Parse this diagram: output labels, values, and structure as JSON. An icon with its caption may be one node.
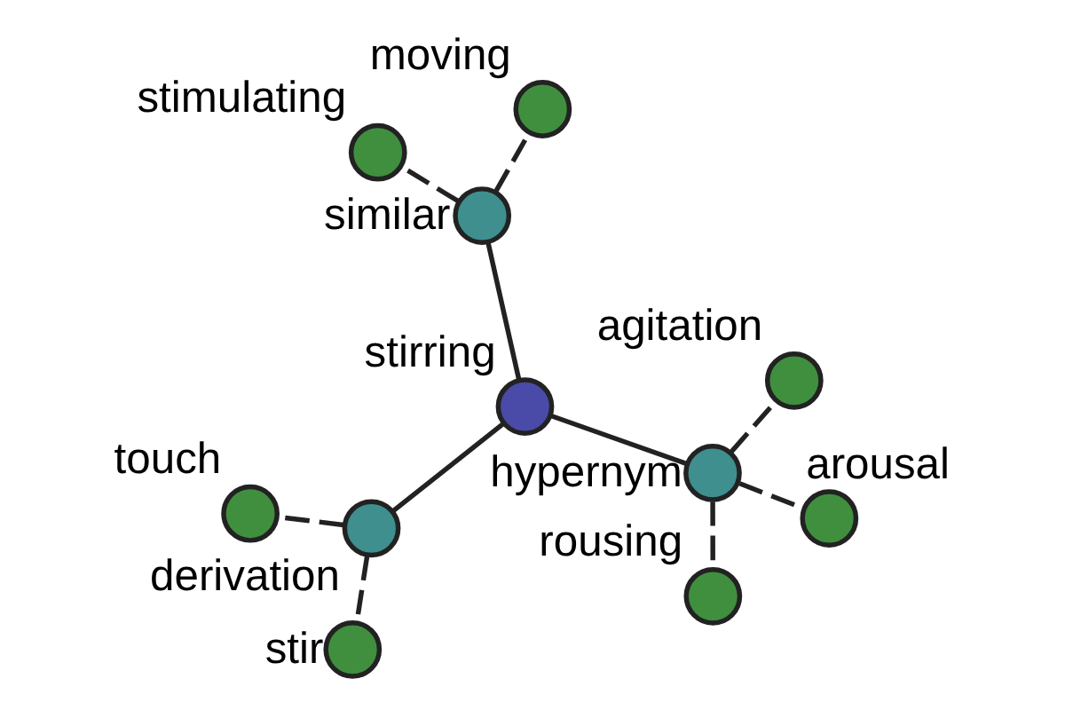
{
  "diagram": {
    "nodes": [
      {
        "text": [],
        "shape": "circle",
        "beside": [
          "stirring"
        ]
      },
      {
        "text": [],
        "shape": "circle",
        "beside": [
          "similar"
        ]
      },
      {
        "text": [],
        "shape": "circle",
        "beside": [
          "derivation"
        ]
      },
      {
        "text": [],
        "shape": "circle",
        "beside": [
          "hypernym"
        ]
      },
      {
        "text": [],
        "shape": "circle",
        "beside": [
          "moving"
        ]
      },
      {
        "text": [],
        "shape": "circle",
        "beside": [
          "stimulating"
        ]
      },
      {
        "text": [],
        "shape": "circle",
        "beside": [
          "touch"
        ]
      },
      {
        "text": [],
        "shape": "circle",
        "beside": [
          "stir"
        ]
      },
      {
        "text": [],
        "shape": "circle",
        "beside": [
          "rousing"
        ]
      },
      {
        "text": [],
        "shape": "circle",
        "beside": [
          "agitation"
        ]
      },
      {
        "text": [],
        "shape": "circle",
        "beside": [
          "arousal"
        ]
      }
    ],
    "edges": [
      {
        "from": 0,
        "to": 1,
        "arrow": "none"
      },
      {
        "from": 0,
        "to": 2,
        "arrow": "none"
      },
      {
        "from": 0,
        "to": 3,
        "arrow": "none"
      },
      {
        "from": 1,
        "to": 4,
        "arrow": "none",
        "style": "dashed"
      },
      {
        "from": 1,
        "to": 5,
        "arrow": "none",
        "style": "dashed"
      },
      {
        "from": 2,
        "to": 6,
        "arrow": "none",
        "style": "dashed"
      },
      {
        "from": 2,
        "to": 7,
        "arrow": "none",
        "style": "dashed"
      },
      {
        "from": 3,
        "to": 8,
        "arrow": "none",
        "style": "dashed"
      },
      {
        "from": 3,
        "to": 9,
        "arrow": "none",
        "style": "dashed"
      },
      {
        "from": 3,
        "to": 10,
        "arrow": "none",
        "style": "dashed"
      }
    ]
  }
}
